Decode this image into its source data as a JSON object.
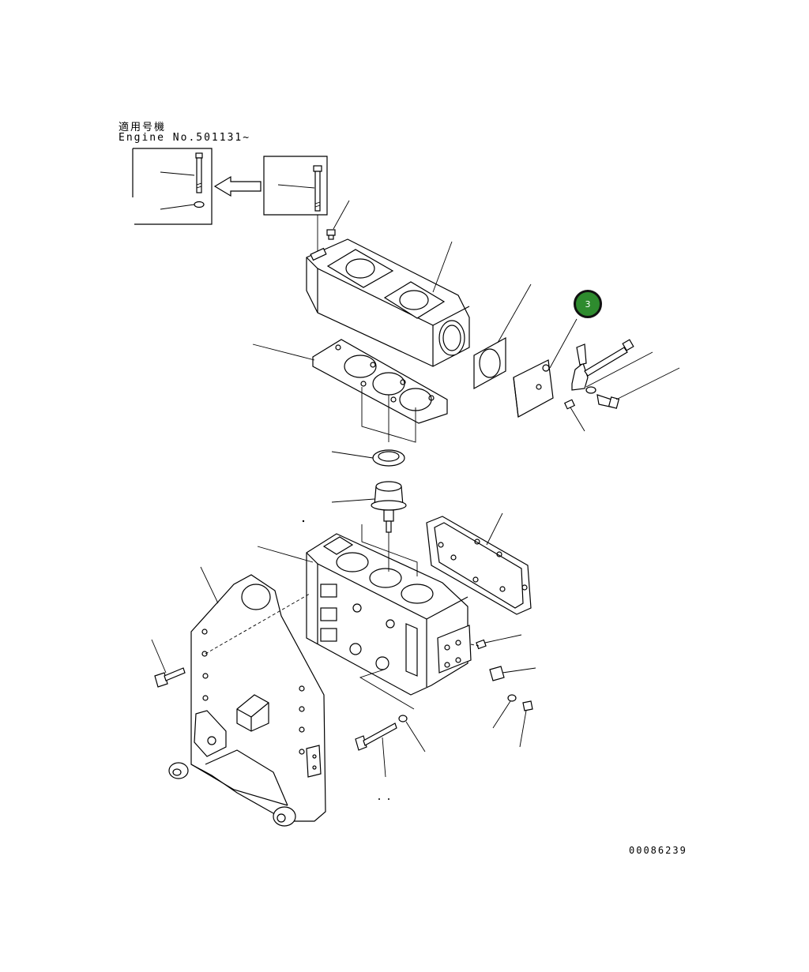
{
  "header": {
    "applicable_label": "適用号機",
    "engine_label": "Engine No.501131~"
  },
  "callout": {
    "number": "3",
    "fill_color": "#2e8b2e"
  },
  "drawing_number": "00086239"
}
